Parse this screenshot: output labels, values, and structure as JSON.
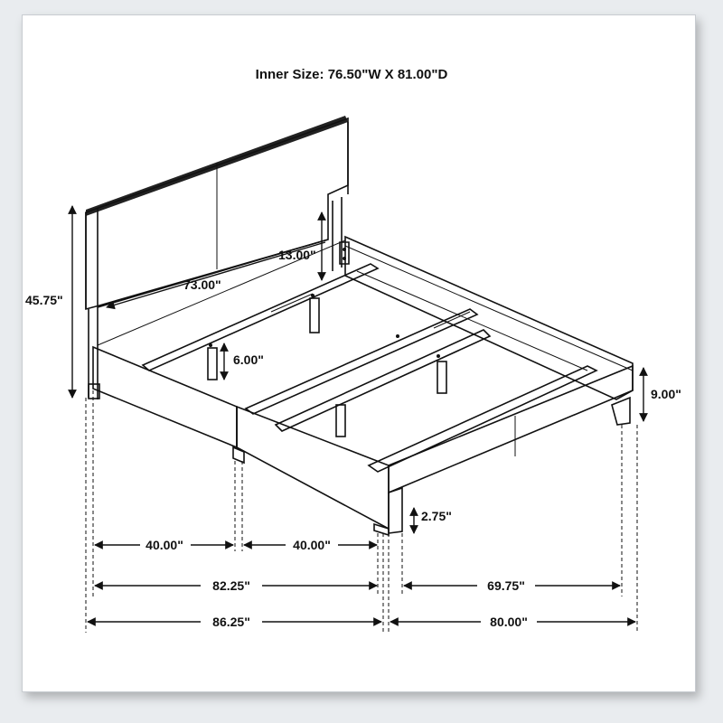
{
  "title": "Inner Size: 76.50\"W X 81.00\"D",
  "dimensions": {
    "headboard_height": "45.75\"",
    "headboard_panel_width": "73.00\"",
    "headboard_panel_gap": "13.00\"",
    "leg_height": "6.00\"",
    "side_rail_height": "9.00\"",
    "foot_clearance": "2.75\"",
    "front_left_half": "40.00\"",
    "front_right_half": "40.00\"",
    "front_inner": "82.25\"",
    "front_overall": "86.25\"",
    "side_inner": "69.75\"",
    "side_overall": "80.00\""
  },
  "colors": {
    "line": "#111111",
    "page": "#ffffff",
    "frame": "#e9ecef"
  }
}
